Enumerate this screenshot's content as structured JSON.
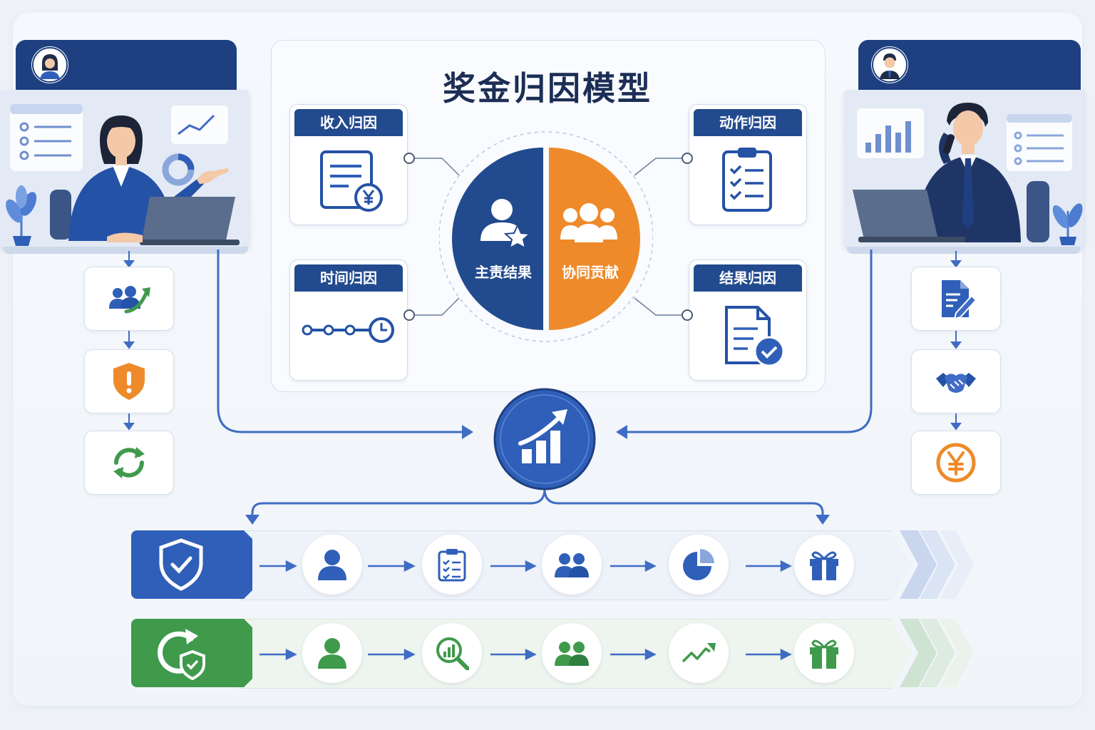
{
  "model": {
    "title": "奖金归因模型"
  },
  "attribution_cards": [
    {
      "label": "收入归因",
      "icon": "invoice-yen-icon"
    },
    {
      "label": "时间归因",
      "icon": "timeline-clock-icon"
    },
    {
      "label": "动作归因",
      "icon": "clipboard-checklist-icon"
    },
    {
      "label": "结果归因",
      "icon": "document-check-icon"
    }
  ],
  "center_pie": {
    "left_label": "主责结果",
    "right_label": "协同贡献",
    "left_color": "#224a8e",
    "right_color": "#ee8a2a",
    "left_share": 0.5,
    "right_share": 0.5
  },
  "hub": {
    "icon": "growth-bars-icon"
  },
  "left_person": {
    "avatar_icon": "female-avatar-icon",
    "steps": [
      "team-growth-icon",
      "warning-shield-icon",
      "refresh-cycle-icon"
    ]
  },
  "right_person": {
    "avatar_icon": "male-avatar-icon",
    "steps": [
      "document-edit-icon",
      "handshake-icon",
      "yen-coin-icon"
    ]
  },
  "rows": [
    {
      "label_icon": "shield-check-icon",
      "color": "#2f5fb8",
      "nodes": [
        "person-icon",
        "clipboard-checklist-icon",
        "group-icon",
        "pie-chart-icon",
        "gift-icon"
      ]
    },
    {
      "label_icon": "refresh-shield-icon",
      "color": "#3f9a4c",
      "nodes": [
        "person-icon",
        "search-chart-icon",
        "group-icon",
        "trend-line-icon",
        "gift-icon"
      ]
    }
  ],
  "colors": {
    "primary_blue": "#224a8e",
    "accent_orange": "#ee8a2a",
    "accent_green": "#3f9a4c",
    "connector_blue": "#3f6cc4"
  }
}
